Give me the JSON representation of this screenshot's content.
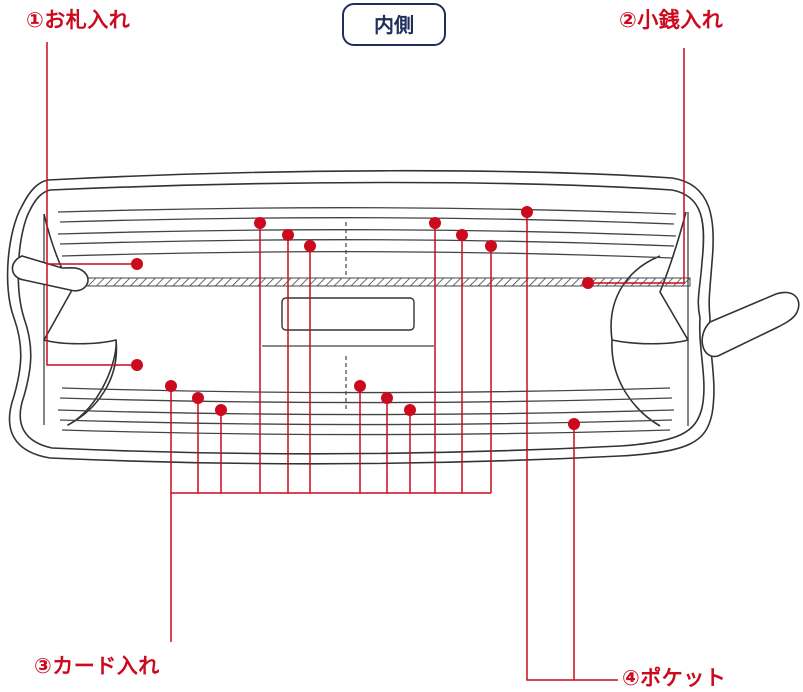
{
  "title": "内側",
  "labels": {
    "bill": "①お札入れ",
    "coin": "②小銭入れ",
    "card": "③カード入れ",
    "pocket": "④ポケット"
  },
  "colors": {
    "accent": "#cc0a1e",
    "title_border": "#1f2f5c",
    "title_text": "#1f2f5c",
    "outline": "#333333"
  }
}
